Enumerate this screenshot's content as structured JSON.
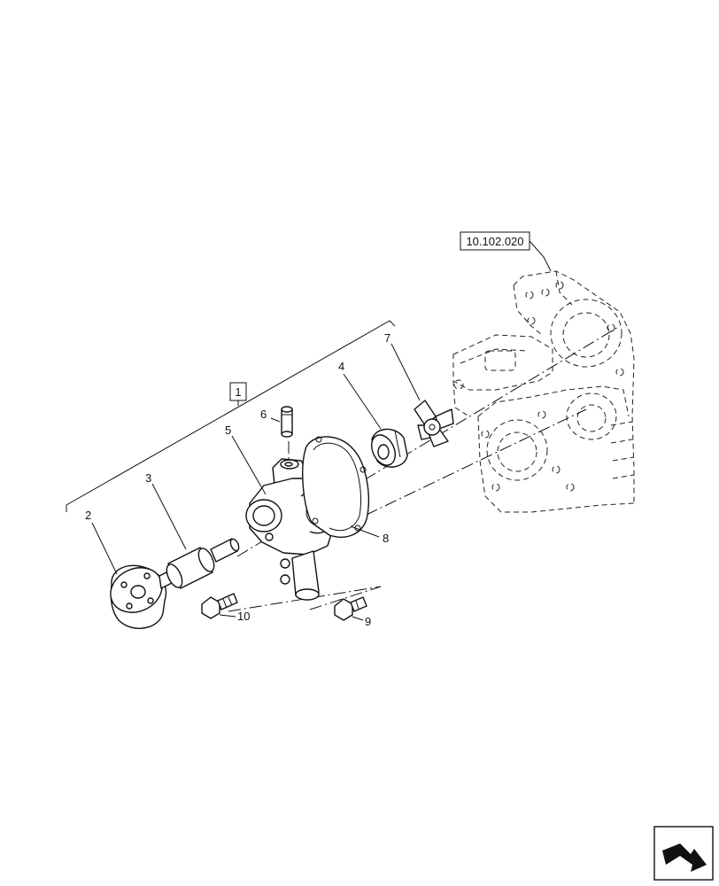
{
  "callouts": {
    "group": "1",
    "p2": "2",
    "p3": "3",
    "p4": "4",
    "p5": "5",
    "p6": "6",
    "p7": "7",
    "p8": "8",
    "p9": "9",
    "p10": "10"
  },
  "reference": {
    "label": "10.102.020"
  },
  "nav": {
    "icon": "next-page-arrow-icon"
  }
}
